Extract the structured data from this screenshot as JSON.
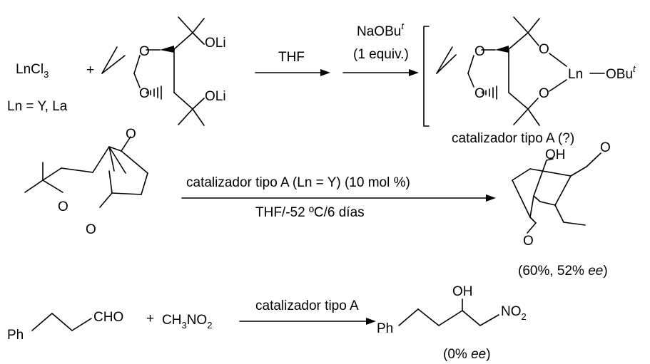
{
  "row1": {
    "reagent_base": "LnCl",
    "reagent_sub": "3",
    "ln_label": "Ln = Y, La",
    "plus": "+",
    "oli_top": "OLi",
    "oli_bottom": "OLi",
    "atom_o": "O",
    "arrow1_label": "THF",
    "arrow2_reagent_base": "NaOBu",
    "arrow2_reagent_sup": "t",
    "arrow2_equiv": "(1 equiv.)",
    "complex_metal": "Ln",
    "complex_ligand_base": "OBu",
    "complex_ligand_sup": "t",
    "complex_caption": "catalizador tipo A (?)"
  },
  "row2": {
    "atom_o": "O",
    "arrow_label_top": "catalizador tipo A (Ln = Y) (10 mol %)",
    "arrow_label_bottom": "THF/-52 ºC/6 días",
    "product_oh": "OH",
    "result_prefix": "(60%, 52% ",
    "result_ee": "ee",
    "result_suffix": ")"
  },
  "row3": {
    "ph_left": "Ph",
    "cho": "CHO",
    "plus": "+",
    "reagent_base": "CH",
    "reagent_sub1": "3",
    "reagent_mid": "NO",
    "reagent_sub2": "2",
    "arrow_label": "catalizador tipo A",
    "ph_product": "Ph",
    "oh": "OH",
    "no2_base": "NO",
    "no2_sub": "2",
    "result_prefix": "(0% ",
    "result_ee": "ee",
    "result_suffix": ")"
  }
}
